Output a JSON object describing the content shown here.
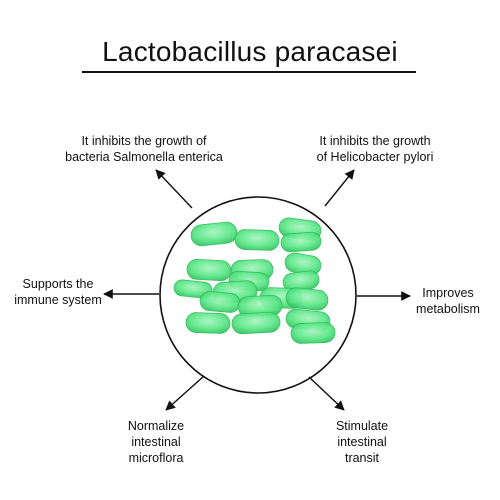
{
  "title": "Lactobacillus paracasei",
  "colors": {
    "bacteria_fill": "#5ee88a",
    "bacteria_light": "#a8f5bf",
    "bacteria_dark": "#2ebd5a",
    "line": "#111111",
    "background": "#ffffff"
  },
  "effects": {
    "top_left": "It inhibits the growth of\nbacteria Salmonella enterica",
    "top_right": "It inhibits the growth\nof Helicobacter pylori",
    "left": "Supports the\nimmune system",
    "right": "Improves\nmetabolism",
    "bottom_left": "Normalize\nintestinal\nmicroflora",
    "bottom_right": "Stimulate\nintestinal\ntransit"
  },
  "icons": {
    "arrow": "arrow-icon",
    "bacteria": "rod-bacteria-icon"
  }
}
